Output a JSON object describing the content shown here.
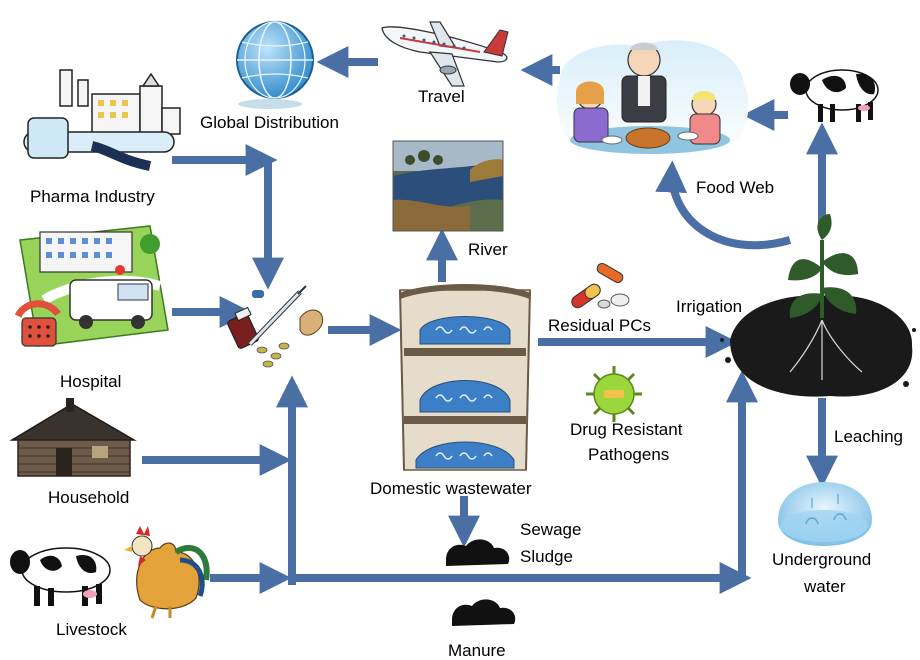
{
  "colors": {
    "arrow": "#4a6fa5",
    "arrow_dark": "#2f4f7f",
    "soil": "#1a1a1a",
    "leaf": "#2f5a2a",
    "water": "#8ec9ee",
    "river": "#2b4f7a",
    "pathogen": "#9ad63c"
  },
  "labels": {
    "pharma_industry": "Pharma Industry",
    "hospital": "Hospital",
    "household": "Household",
    "livestock": "Livestock",
    "global_distribution": "Global Distribution",
    "travel": "Travel",
    "river": "River",
    "residual_pcs": "Residual PCs",
    "irrigation": "Irrigation",
    "drug_resistant_line1": "Drug Resistant",
    "drug_resistant_line2": "Pathogens",
    "domestic_wastewater": "Domestic wastewater",
    "sewage_line1": "Sewage",
    "sewage_line2": "Sludge",
    "manure": "Manure",
    "food_web": "Food Web",
    "leaching": "Leaching",
    "underground_line1": "Underground",
    "underground_line2": "water"
  },
  "icons": [
    "factory-icon",
    "hospital-icon",
    "house-icon",
    "cow-icon",
    "rooster-icon",
    "globe-icon",
    "airplane-icon",
    "family-dinner-icon",
    "river-photo",
    "medicine-icon",
    "pills-icon",
    "wastewater-plant-icon",
    "pathogen-icon",
    "plant-icon",
    "sludge-icon",
    "water-drop-icon"
  ]
}
